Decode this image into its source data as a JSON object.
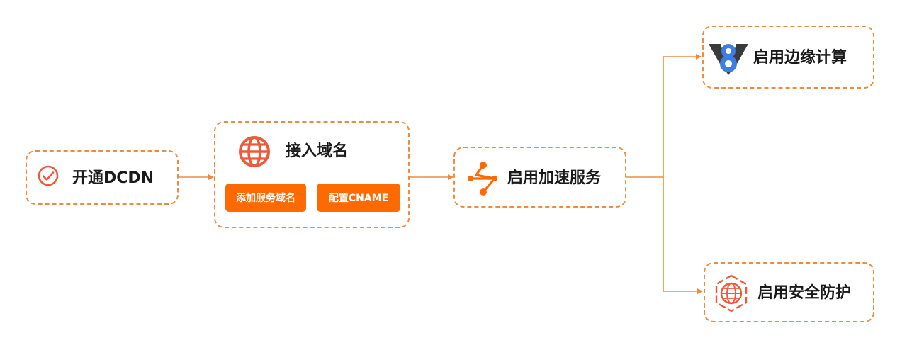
{
  "colors": {
    "accent": "#f08a3e",
    "button_bg": "#ff6a00",
    "icon_red": "#ef5a3c",
    "edge_blue": "#3b7fe0",
    "edge_dark": "#3b3b3b"
  },
  "nodes": {
    "enable_dcdn": {
      "label": "开通DCDN",
      "icon": "check-circle-icon"
    },
    "add_domain": {
      "label": "接入域名",
      "icon": "globe-icon",
      "buttons": [
        "添加服务域名",
        "配置CNAME"
      ]
    },
    "enable_acceleration": {
      "label": "启用加速服务",
      "icon": "route-nodes-icon"
    },
    "enable_edge_computing": {
      "label": "启用边缘计算",
      "icon": "edge-routine-icon"
    },
    "enable_security": {
      "label": "启用安全防护",
      "icon": "shield-globe-icon"
    }
  }
}
